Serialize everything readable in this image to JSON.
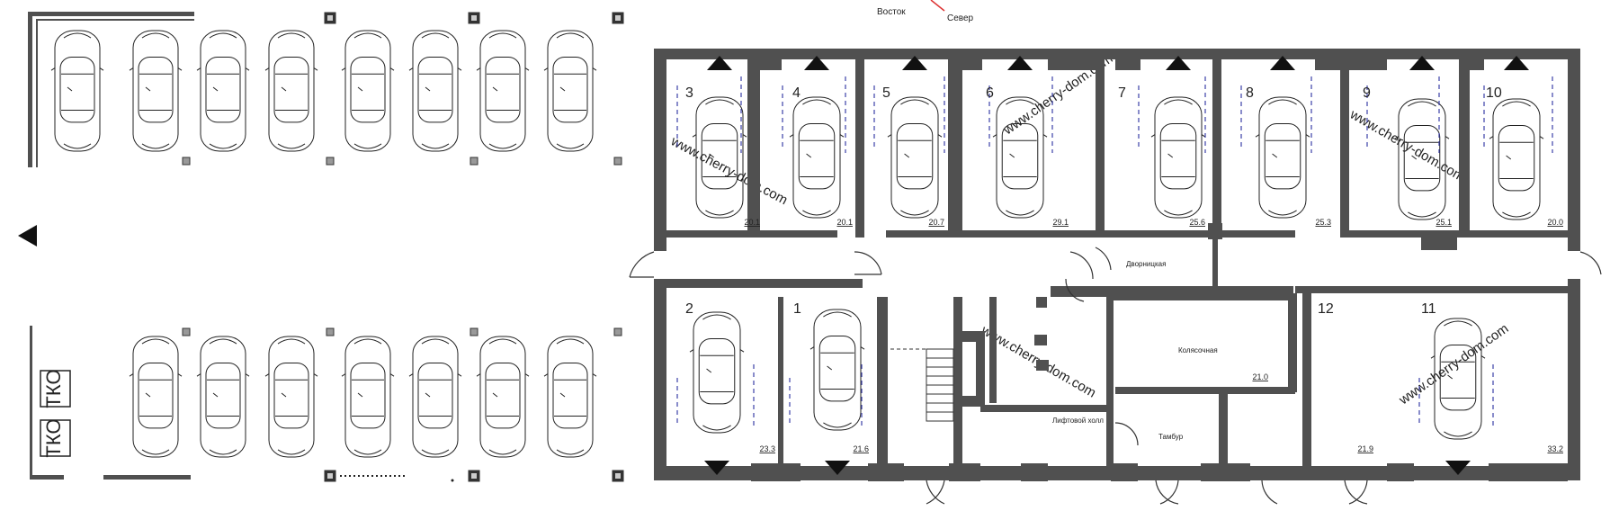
{
  "compass": {
    "east": "Восток",
    "north": "Север"
  },
  "outdoor": {
    "waste_labels": [
      "ТКО",
      "ТКО"
    ]
  },
  "bays": [
    {
      "number": "3",
      "area": "20.1"
    },
    {
      "number": "4",
      "area": "20.1"
    },
    {
      "number": "5",
      "area": "20.7"
    },
    {
      "number": "6",
      "area": "29.1"
    },
    {
      "number": "7",
      "area": "25.6"
    },
    {
      "number": "8",
      "area": "25.3"
    },
    {
      "number": "9",
      "area": "25.1"
    },
    {
      "number": "10",
      "area": "20.0"
    },
    {
      "number": "2",
      "area": "23.3"
    },
    {
      "number": "1",
      "area": "21.6"
    },
    {
      "number": "12",
      "area": "21.9"
    },
    {
      "number": "11",
      "area": "33.2"
    }
  ],
  "rooms": {
    "janitor": "Дворницкая",
    "stroller": "Колясочная",
    "stroller_area": "21.0",
    "lift_hall": "Лифтовой холл",
    "vestibule": "Тамбур"
  },
  "watermark": "www.cherry-dom.com",
  "colors": {
    "wall": "#505050",
    "line": "#333333",
    "dash": "#3b3fa8",
    "label": "#1f3a8a"
  }
}
